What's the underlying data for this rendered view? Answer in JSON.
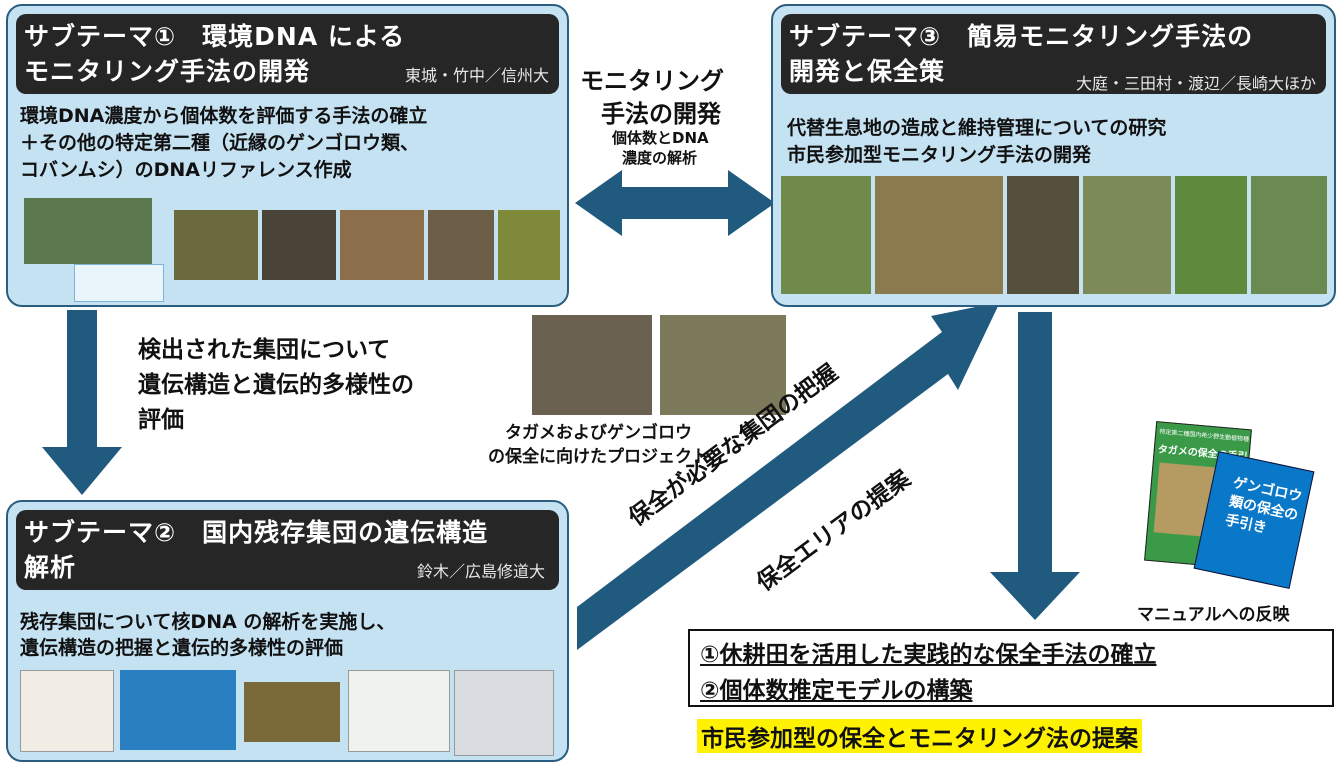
{
  "st1": {
    "title_line1": "サブテーマ①　環境DNA による",
    "title_line2": "モニタリング手法の開発",
    "authors": "東城・竹中／信州大",
    "body": [
      "環境DNA濃度から個体数を評価する手法の確立",
      "＋その他の特定第二種（近縁のゲンゴロウ類、",
      "コバンムシ）のDNAリファレンス作成"
    ]
  },
  "st3": {
    "title_line1": "サブテーマ③　簡易モニタリング手法の",
    "title_line2": "開発と保全策",
    "authors": "大庭・三田村・渡辺／長崎大ほか",
    "body": [
      "代替生息地の造成と維持管理についての研究",
      "市民参加型モニタリング手法の開発"
    ]
  },
  "st2": {
    "title_line1": "サブテーマ②　国内残存集団の遺伝構造",
    "title_line2": "解析",
    "authors": "鈴木／広島修道大",
    "body": [
      "残存集団について核DNA の解析を実施し、",
      "遺伝構造の把握と遺伝的多様性の評価"
    ]
  },
  "center_top": {
    "line1": "モニタリング",
    "line2": "手法の開発",
    "sub1": "個体数とDNA",
    "sub2": "濃度の解析"
  },
  "left_middle": {
    "line1": "検出された集団について",
    "line2": "遺伝構造と遺伝的多様性の",
    "line3": "評価"
  },
  "photo_caption": {
    "line1": "タガメおよびゲンゴロウ",
    "line2": "の保全に向けたプロジェクト"
  },
  "diag_arrow": {
    "line1": "保全が必要な集団の把握",
    "line2": "保全エリアの提案"
  },
  "manual": {
    "book1_small": "特定第二種国内希少野生動植物種",
    "book1_title": "タガメの保全の手引き",
    "book2_line1": "ゲンゴロウ",
    "book2_line2": "類の保全の",
    "book2_line3": "手引き",
    "caption": "マニュアルへの反映"
  },
  "outcomes": {
    "item1": "①休耕田を活用した実践的な保全手法の確立",
    "item2": "②個体数推定モデルの構築",
    "highlight": "市民参加型の保全とモニタリング法の提案"
  },
  "colors": {
    "panel_bg": "#c5e2f3",
    "header_bg": "#262626",
    "arrow": "#205a7e",
    "highlight": "#fff200"
  }
}
